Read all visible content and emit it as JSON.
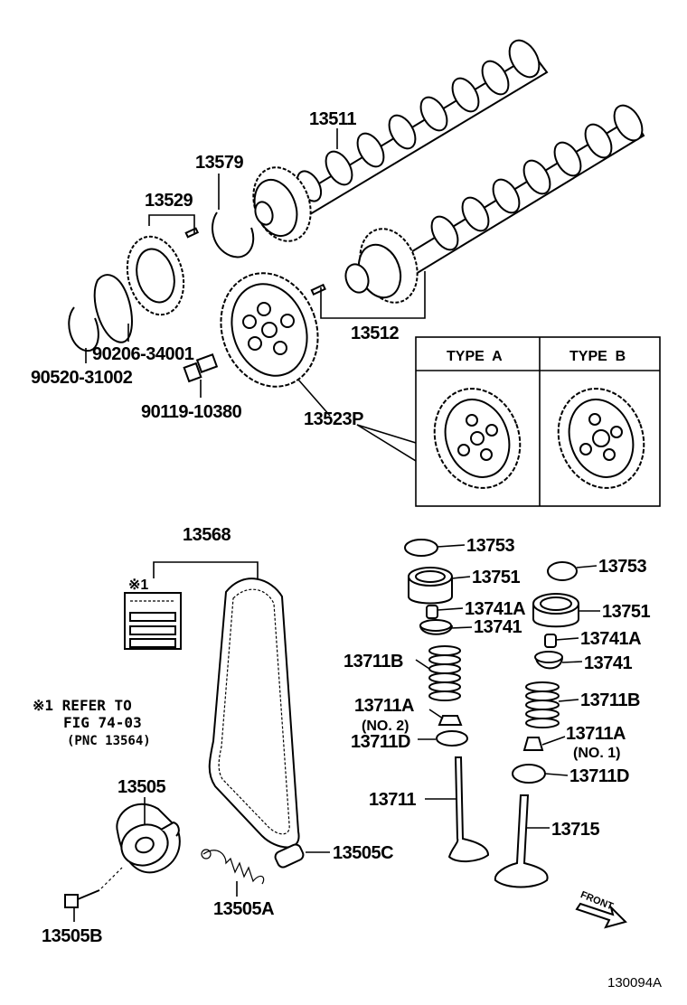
{
  "labels": {
    "p13511": "13511",
    "p13579": "13579",
    "p13529": "13529",
    "p90206": "90206-34001",
    "p90520": "90520-31002",
    "p90119": "90119-10380",
    "p13512": "13512",
    "p13523P": "13523P",
    "typeA": "TYPE  A",
    "typeB": "TYPE  B",
    "p13568": "13568",
    "note_mark": "※1",
    "note_line1": "※1 REFER TO",
    "note_line2": "FIG 74-03",
    "note_line3": "(PNC 13564)",
    "p13505": "13505",
    "p13505B": "13505B",
    "p13505A": "13505A",
    "p13505C": "13505C",
    "p13753_l": "13753",
    "p13751_l": "13751",
    "p13741A_l": "13741A",
    "p13741_l": "13741",
    "p13711B_l": "13711B",
    "p13711A_l": "13711A",
    "no2": "(NO. 2)",
    "p13711D_l": "13711D",
    "p13711": "13711",
    "p13753_r": "13753",
    "p13751_r": "13751",
    "p13741A_r": "13741A",
    "p13741_r": "13741",
    "p13711B_r": "13711B",
    "p13711A_r": "13711A",
    "no1": "(NO. 1)",
    "p13711D_r": "13711D",
    "p13715": "13715",
    "front": "FRONT",
    "figure_id": "130094A"
  }
}
